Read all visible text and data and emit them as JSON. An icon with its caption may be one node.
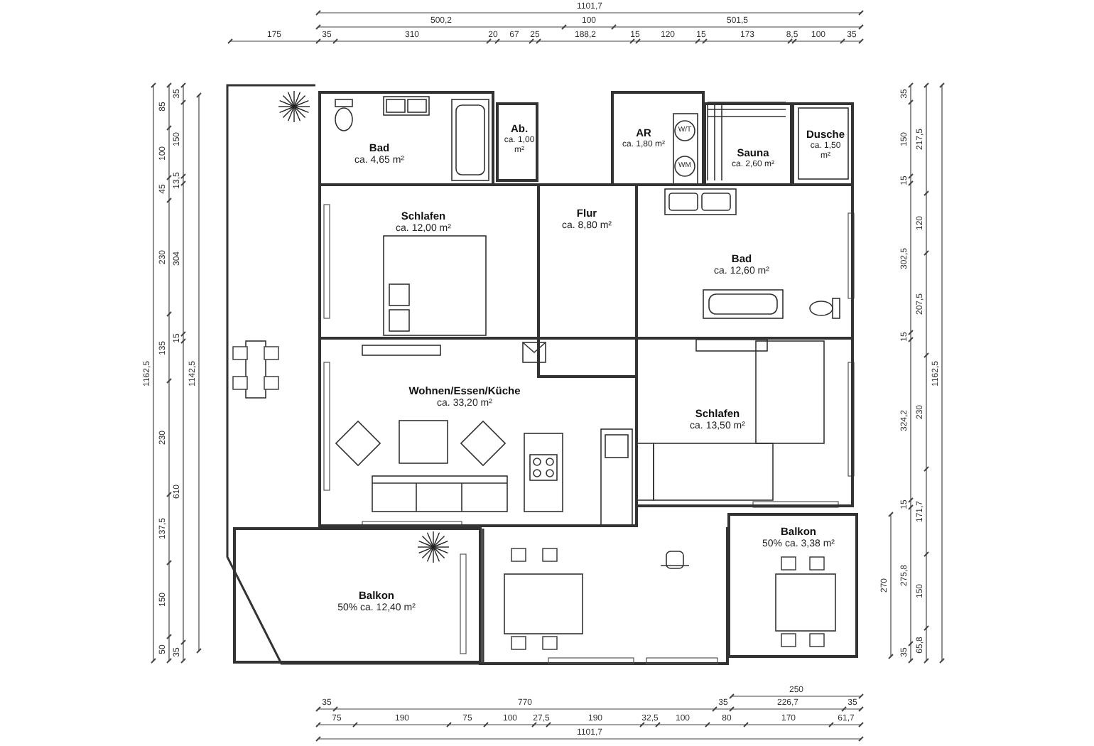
{
  "diagram": {
    "nodes": [
      {
        "text": [
          "Bad",
          "ca. 4,65 m²"
        ]
      },
      {
        "text": [
          "Ab.",
          "ca. 1,00 m²"
        ]
      },
      {
        "text": [
          "AR",
          "ca. 1,80 m²"
        ]
      },
      {
        "text": [
          "Sauna",
          "ca. 2,60 m²"
        ]
      },
      {
        "text": [
          "Dusche",
          "ca. 1,50 m²"
        ]
      },
      {
        "text": [
          "Schlafen",
          "ca. 12,00 m²"
        ]
      },
      {
        "text": [
          "Flur",
          "ca. 8,80 m²"
        ]
      },
      {
        "text": [
          "Bad",
          "ca. 12,60 m²"
        ]
      },
      {
        "text": [
          "Wohnen/Essen/Küche",
          "ca. 33,20 m²"
        ]
      },
      {
        "text": [
          "Schlafen",
          "ca. 13,50 m²"
        ]
      },
      {
        "text": [
          "Balkon",
          "50% ca. 12,40 m²"
        ]
      },
      {
        "text": [
          "Balkon",
          "50% ca. 3,38 m²"
        ]
      }
    ],
    "edges": [],
    "labels": [
      "1101,7",
      "500,2",
      "100",
      "501,5",
      "175",
      "35",
      "310",
      "20",
      "67",
      "25",
      "188,2",
      "15",
      "120",
      "15",
      "173",
      "8,5",
      "100",
      "35",
      "1162,5",
      "85",
      "100",
      "45",
      "230",
      "135",
      "230",
      "137,5",
      "150",
      "50",
      "35",
      "150",
      "13,5",
      "304",
      "15",
      "610",
      "35",
      "1142,5",
      "35",
      "150",
      "15",
      "302,5",
      "15",
      "324,2",
      "15",
      "275,8",
      "35",
      "217,5",
      "120",
      "207,5",
      "230",
      "171,7",
      "150",
      "65,8",
      "1162,5",
      "270",
      "250",
      "35",
      "770",
      "35",
      "226,7",
      "35",
      "75",
      "190",
      "75",
      "100",
      "27,5",
      "190",
      "32,5",
      "100",
      "80",
      "170",
      "61,7",
      "1101,7",
      "W/T",
      "WM"
    ]
  }
}
